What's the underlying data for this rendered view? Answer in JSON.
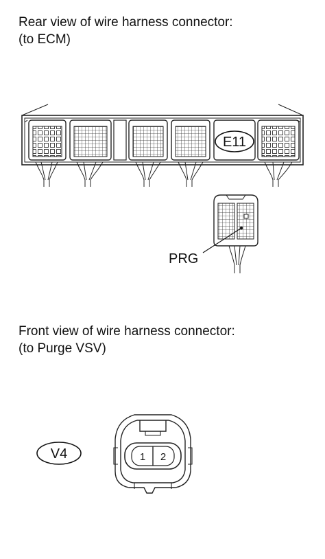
{
  "ecm_section": {
    "caption_line1": "Rear view of wire harness connector:",
    "caption_line2": "(to ECM)",
    "connector_code": "E11",
    "terminal_label": "PRG"
  },
  "vsv_section": {
    "caption_line1": "Front view of wire harness connector:",
    "caption_line2": "(to Purge VSV)",
    "connector_code": "V4",
    "pin_1": "1",
    "pin_2": "2"
  }
}
